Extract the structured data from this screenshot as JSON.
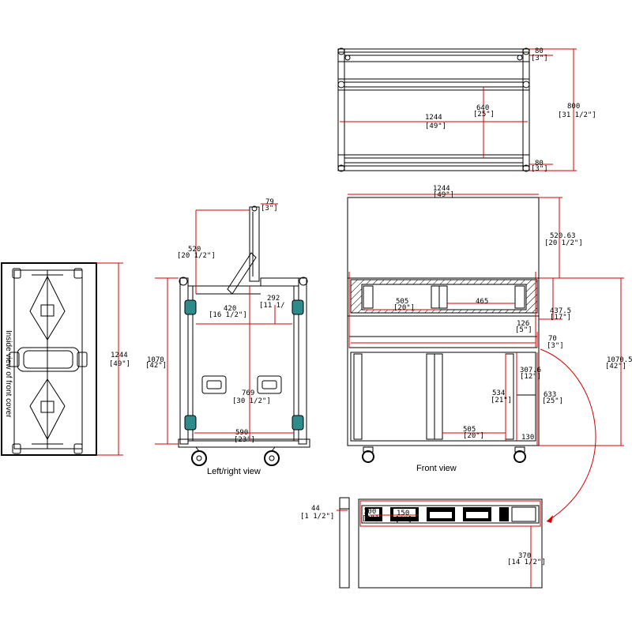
{
  "views": {
    "top": {
      "dims": [
        {
          "value": "80",
          "inch": "[3\"]"
        },
        {
          "value": "640",
          "inch": "[25\"]"
        },
        {
          "value": "1244",
          "inch": "[49\"]"
        },
        {
          "value": "800",
          "inch": "[31 1/2\"]"
        },
        {
          "value": "80",
          "inch": "[3\"]"
        }
      ]
    },
    "inside_cover": {
      "caption": "Inside view of front cover",
      "dims": [
        {
          "value": "1244",
          "inch": "[49\"]"
        }
      ]
    },
    "side": {
      "caption": "Left/right view",
      "dims": [
        {
          "value": "79",
          "inch": "[3\"]"
        },
        {
          "value": "520",
          "inch": "[20 1/2\"]"
        },
        {
          "value": "292",
          "inch": "[11 1/"
        },
        {
          "value": "420",
          "inch": "[16 1/2\"]"
        },
        {
          "value": "1070",
          "inch": "[42\"]"
        },
        {
          "value": "769",
          "inch": "[30 1/2\"]"
        },
        {
          "value": "590",
          "inch": "[23\"]"
        }
      ]
    },
    "front": {
      "caption": "Front view",
      "dims": [
        {
          "value": "1244",
          "inch": "[49\"]"
        },
        {
          "value": "520.63",
          "inch": "[20 1/2\"]"
        },
        {
          "value": "505",
          "inch": "[20\"]"
        },
        {
          "value": "465",
          "inch": ""
        },
        {
          "value": "437.5",
          "inch": "[17\"]"
        },
        {
          "value": "126",
          "inch": "[5\"]"
        },
        {
          "value": "70",
          "inch": "[3\"]"
        },
        {
          "value": "1070.5",
          "inch": "[42\"]"
        },
        {
          "value": "307.6",
          "inch": "[12\"]"
        },
        {
          "value": "534",
          "inch": "[21\"]"
        },
        {
          "value": "633",
          "inch": "[25\"]"
        },
        {
          "value": "505",
          "inch": "[20\"]"
        },
        {
          "value": "130",
          "inch": ""
        }
      ]
    },
    "drawer": {
      "dims": [
        {
          "value": "44",
          "inch": "[1 1/2\"]"
        },
        {
          "value": "100",
          "inch": "[4\"]"
        },
        {
          "value": "150",
          "inch": "[6\"]"
        },
        {
          "value": "370",
          "inch": "[14 1/2\"]"
        }
      ]
    }
  },
  "colors": {
    "line": "#000000",
    "dimension": "#d40000",
    "handle": "#2e8b8b"
  }
}
